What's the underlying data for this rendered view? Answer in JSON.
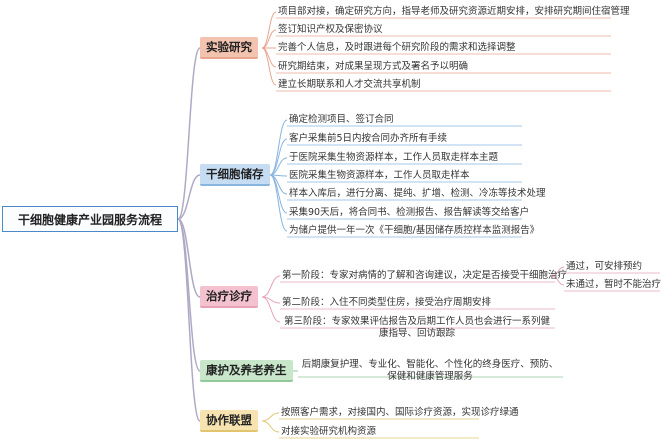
{
  "root": "干细胞健康产业园服务流程",
  "colors": {
    "lab": "#f2c4b0",
    "lab_line": "#e8a58f",
    "store": "#c5dcf2",
    "store_line": "#88b4e0",
    "treat": "#f4c2cf",
    "treat_line": "#e8a2b6",
    "care": "#c8e6c9",
    "care_line": "#93c898",
    "alliance": "#f6e3b0",
    "alliance_line": "#e3c46e",
    "root_line": "#b0a9c6"
  },
  "branches": [
    {
      "label": "实验研究",
      "items": [
        "项目部对接，确定研究方向，指导老师及研究资源近期安排，安排研究期间住宿管理",
        "签订知识产权及保密协议",
        "完善个人信息，及时跟进每个研究阶段的需求和选择调整",
        "研究期结束，对成果呈现方式及署名予以明确",
        "建立长期联系和人才交流共享机制"
      ]
    },
    {
      "label": "干细胞储存",
      "items": [
        "确定检测项目、签订合同",
        "客户采集前5日内按合同办齐所有手续",
        "于医院采集生物资源样本，工作人员取走样本主题",
        "医院采集生物资源样本，工作人员取走样本",
        "样本入库后，进行分离、提纯、扩增、检测、冷冻等技术处理",
        "采集90天后，将合同书、检测报告、报告解读等交给客户",
        "为储户提供一年一次《干细胞/基因储存质控样本监测报告》"
      ]
    },
    {
      "label": "治疗诊疗",
      "items": [
        "第一阶段：专家对病情的了解和咨询建议，决定是否接受干细胞治疗",
        "第二阶段：入住不同类型住房，接受治疗周期安排",
        "第三阶段：专家效果评估报告及后期工作人员也会进行一系列健康指导、回访跟踪"
      ],
      "sub": [
        "通过，可安排预约",
        "未通过，暂时不能治疗"
      ]
    },
    {
      "label": "康护及养老养生",
      "items": [
        "后期康复护理、专业化、智能化、个性化的终身医疗、预防、保健和健康管理服务"
      ]
    },
    {
      "label": "协作联盟",
      "items": [
        "按照客户需求，对接国内、国际诊疗资源，实现诊疗绿通",
        "对接实验研究机构资源"
      ]
    }
  ]
}
